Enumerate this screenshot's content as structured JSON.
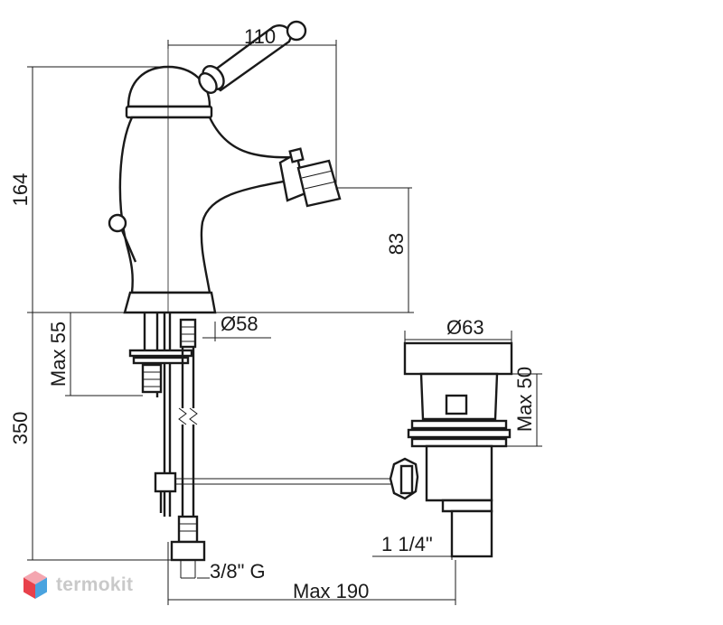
{
  "dimensions": {
    "width_top": "110",
    "height_total": "164",
    "spout_height": "83",
    "base_diameter": "Ø58",
    "max_deck": "Max 55",
    "below_deck": "350",
    "waste_diameter": "Ø63",
    "waste_max": "Max 50",
    "waste_thread": "1 1/4\"",
    "hose_thread": "3/8\" G",
    "max_width": "Max 190"
  },
  "watermark": {
    "brand": "termokit",
    "colors": {
      "red": "#e8414b",
      "blue": "#4aa3df",
      "pink": "#f4a6b0"
    }
  }
}
